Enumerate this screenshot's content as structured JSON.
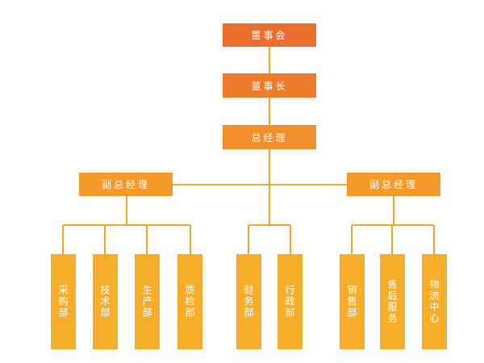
{
  "colors": {
    "line": "#F6A623",
    "board": "#EC6E2C",
    "chairman": "#EF7C2D",
    "gm": "#F28E2C",
    "vp": "#F49A2A",
    "dept": "#F6AE2A"
  },
  "org": {
    "board": "董事会",
    "chairman": "董事长",
    "general_manager": "总经理",
    "vp_left": "副总经理",
    "vp_right": "副总经理",
    "departments": {
      "procurement": "采购部",
      "technology": "技术部",
      "production": "生产部",
      "quality": "质检部",
      "finance": "财务部",
      "administration": "行政部",
      "sales": "销售部",
      "after_sales": "售后服务",
      "logistics": "物流中心"
    }
  }
}
